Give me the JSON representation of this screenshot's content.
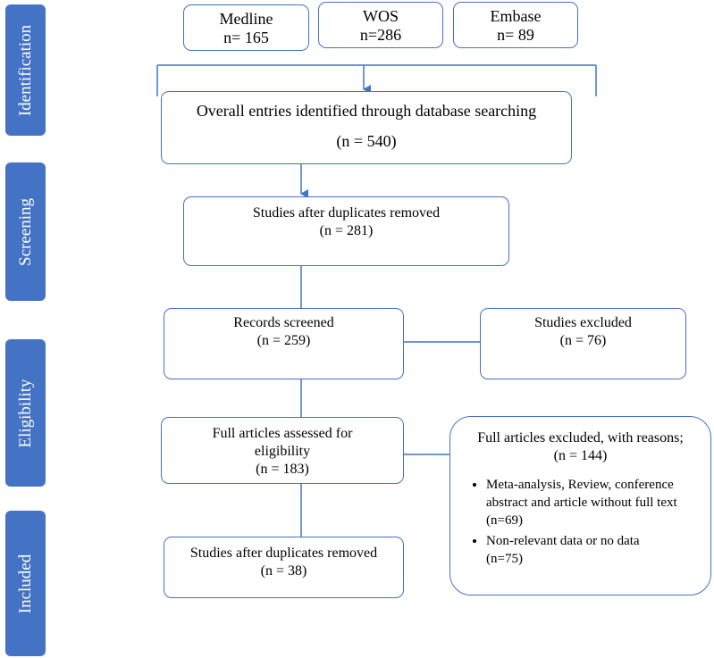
{
  "stages": [
    {
      "id": "identification",
      "label": "Identification"
    },
    {
      "id": "screening",
      "label": "Screening"
    },
    {
      "id": "eligibility",
      "label": "Eligibility"
    },
    {
      "id": "included",
      "label": "Included"
    }
  ],
  "databases": [
    {
      "name": "Medline",
      "count": "n= 165"
    },
    {
      "name": "WOS",
      "count": "n=286"
    },
    {
      "name": "Embase",
      "count": "n= 89"
    }
  ],
  "overall": {
    "text": "Overall entries identified through database searching",
    "count": "(n = 540)"
  },
  "dedup": {
    "text": "Studies after duplicates removed",
    "count": "(n = 281)"
  },
  "screened": {
    "text": "Records screened",
    "count": "(n = 259)"
  },
  "screen_excluded": {
    "text": "Studies excluded",
    "count": "(n = 76)"
  },
  "full_assessed": {
    "text_line1": "Full articles assessed for",
    "text_line2": "eligibility",
    "count": "(n = 183)"
  },
  "full_excluded": {
    "text": "Full articles excluded, with reasons;",
    "count": "(n = 144)",
    "reasons": [
      {
        "line1": "Meta-analysis, Review, conference",
        "line2": "abstract and article without full text",
        "line3": "(n=69)"
      },
      {
        "line1": "Non-relevant data or no data",
        "line2": "(n=75)"
      }
    ]
  },
  "included": {
    "text": "Studies after duplicates removed",
    "count": "(n = 38)"
  },
  "colors": {
    "accent": "#4472c4",
    "box_border": "#4472c4",
    "tab_text": "#ffffff"
  }
}
